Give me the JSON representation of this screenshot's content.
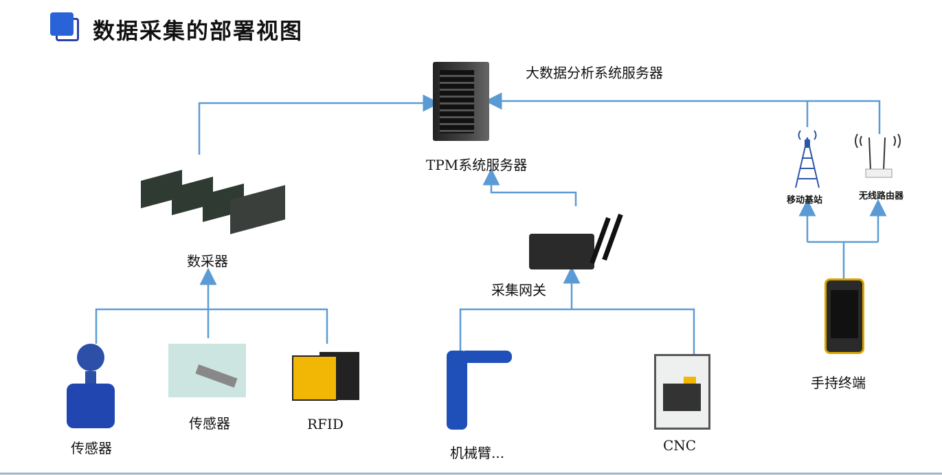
{
  "title": "数据采集的部署视图",
  "colors": {
    "connector": "#5b9bd5",
    "title_icon": "#2a63d8"
  },
  "nodes": {
    "bigdata_server": "大数据分析系统服务器",
    "tpm_server": "TPM系统服务器",
    "collector": "数采器",
    "gateway": "采集网关",
    "base_station": "移动基站",
    "router": "无线路由器",
    "handheld": "手持终端",
    "flowmeter_sensor": "传感器",
    "proximity_sensor": "传感器",
    "rfid": "RFID",
    "robot_arm": "机械臂...",
    "cnc": "CNC"
  }
}
